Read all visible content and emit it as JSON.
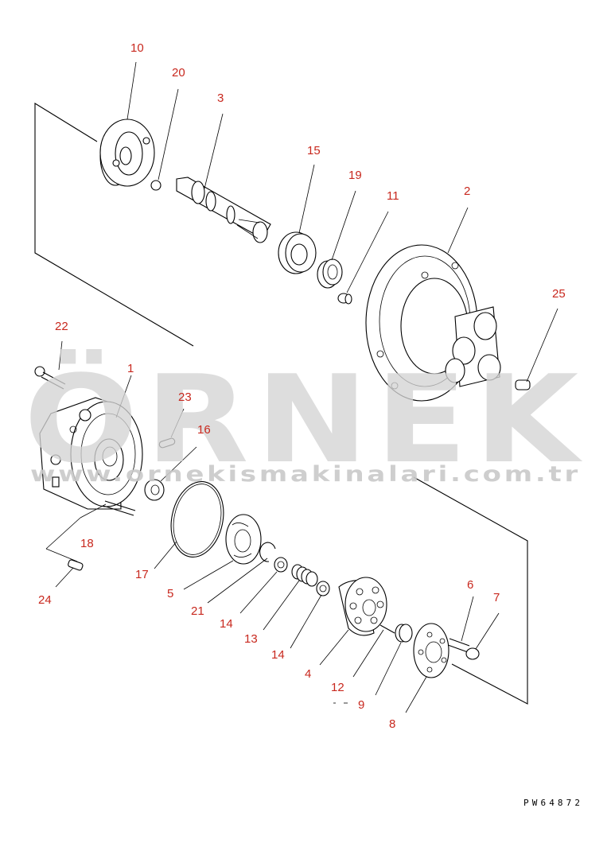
{
  "watermark": {
    "brand": "ÖRNEK",
    "url": "www.ornekismakinalari.com.tr"
  },
  "drawing_code": "PW64872",
  "callouts": {
    "c10": "10",
    "c20": "20",
    "c3": "3",
    "c15": "15",
    "c19": "19",
    "c11": "11",
    "c2": "2",
    "c25": "25",
    "c22": "22",
    "c1": "1",
    "c23": "23",
    "c16": "16",
    "c18": "18",
    "c24": "24",
    "c17": "17",
    "c5": "5",
    "c21": "21",
    "c14a": "14",
    "c13": "13",
    "c14b": "14",
    "c4": "4",
    "c12": "12",
    "c9": "9",
    "c8": "8",
    "c6": "6",
    "c7": "7"
  },
  "colors": {
    "callout": "#c8281e",
    "watermark": "#d4d4d4",
    "line": "#000000"
  }
}
